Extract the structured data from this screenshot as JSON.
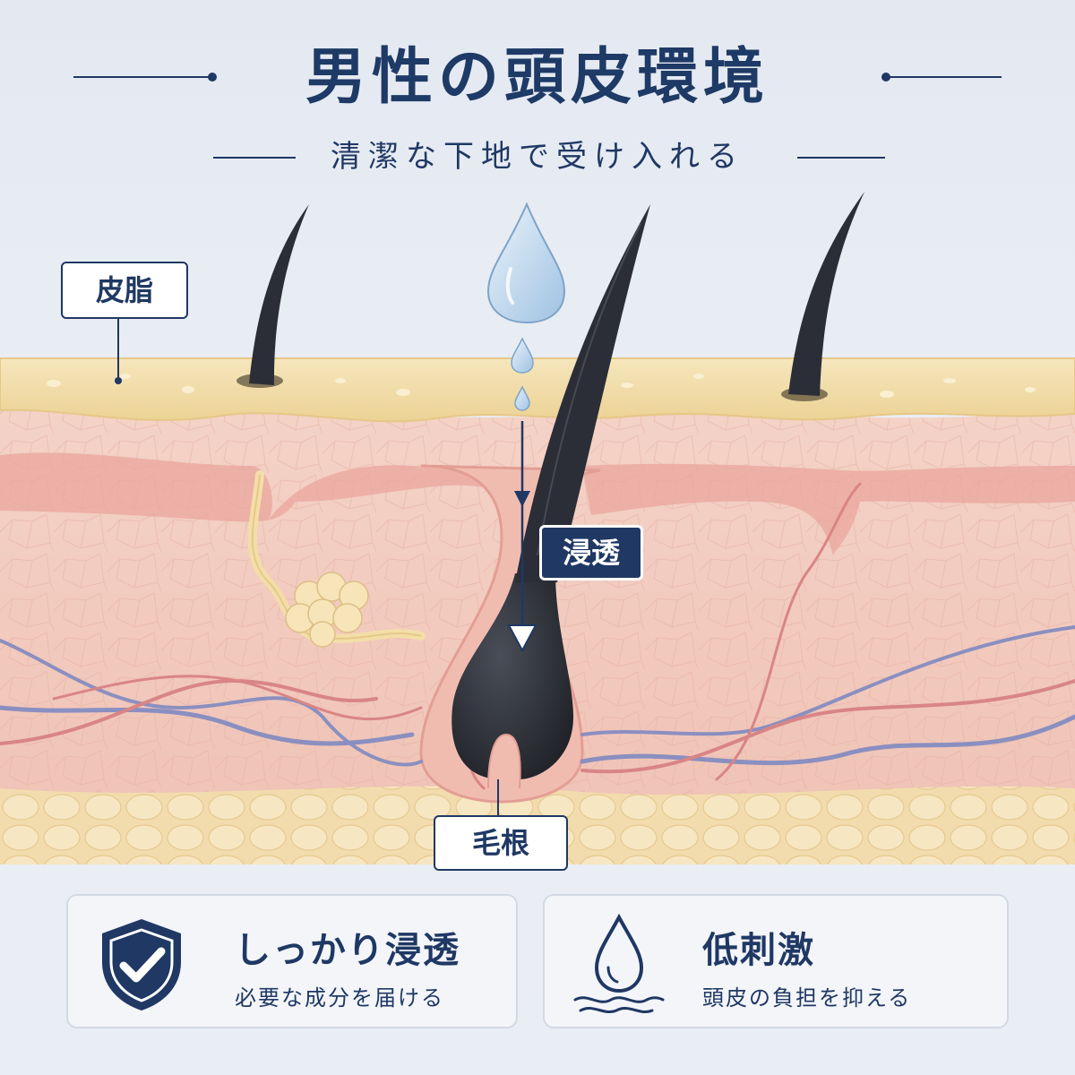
{
  "header": {
    "title": "男性の頭皮環境",
    "subtitle": "清潔な下地で受け入れる"
  },
  "labels": {
    "sebum": "皮脂",
    "penetration": "浸透",
    "hair_root": "毛根"
  },
  "cards": [
    {
      "icon": "shield-check-icon",
      "title": "しっかり浸透",
      "desc": "必要な成分を届ける"
    },
    {
      "icon": "water-drop-icon",
      "title": "低刺激",
      "desc": "頭皮の負担を抑える"
    }
  ],
  "colors": {
    "navy": "#1f3864",
    "sebum_layer": "#f1dca6",
    "skin": "#f2c9be",
    "fat_layer": "#f3ddb0",
    "artery": "#d98585",
    "vein": "#8a8fc0",
    "hair": "#2b2e36",
    "droplet": "#bcd6ee"
  }
}
